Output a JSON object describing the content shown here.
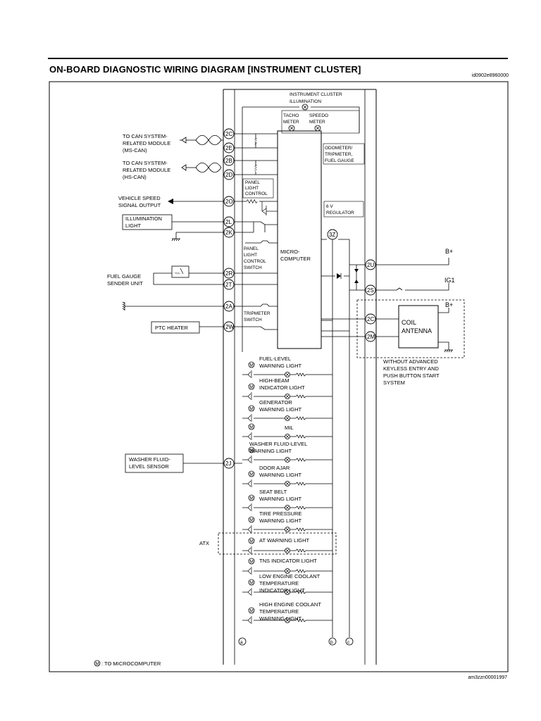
{
  "header": {
    "title": "ON-BOARD DIAGNOSTIC WIRING DIAGRAM [INSTRUMENT CLUSTER]",
    "doc_code": "id0902e8960000"
  },
  "footer": {
    "code": "am3zzn00001997",
    "legend_symbol": "M",
    "legend_text": ": TO MICROCOMPUTER"
  },
  "cluster": {
    "illumination_1": "INSTRUMENT CLUSTER",
    "illumination_2": "ILLUMINATION",
    "tacho_1": "TACHO",
    "tacho_2": "METER",
    "speedo_1": "SPEEDO",
    "speedo_2": "METER",
    "odo_1": "ODOMETER/",
    "odo_2": "TRIPMETER,",
    "odo_3": "FUEL GAUGE",
    "panel_light_1": "PANEL",
    "panel_light_2": "LIGHT",
    "panel_light_3": "CONTROL",
    "regulator_1": "6 V",
    "regulator_2": "REGULATOR",
    "panel_switch_1": "PANEL",
    "panel_switch_2": "LIGHT",
    "panel_switch_3": "CONTROL",
    "panel_switch_4": "SWITCH",
    "micro_1": "MICRO-",
    "micro_2": "COMPUTER",
    "trip_switch_1": "TRIPMETER",
    "trip_switch_2": "SWITCH"
  },
  "external": {
    "ms_can_1": "TO CAN SYSTEM-",
    "ms_can_2": "RELATED MODULE",
    "ms_can_3": "(MS-CAN)",
    "hs_can_1": "TO CAN SYSTEM-",
    "hs_can_2": "RELATED MODULE",
    "hs_can_3": "(HS-CAN)",
    "vss_1": "VEHICLE SPEED",
    "vss_2": "SIGNAL OUTPUT",
    "illum_1": "ILLUMINATION",
    "illum_2": "LIGHT",
    "fuel_1": "FUEL GAUGE",
    "fuel_2": "SENDER UNIT",
    "ptc": "PTC HEATER",
    "washer_1": "WASHER FLUID-",
    "washer_2": "LEVEL SENSOR",
    "bplus_1": "B+",
    "ig1": "IG1",
    "bplus_2": "B+",
    "coil_1": "COIL",
    "coil_2": "ANTENNA",
    "keyless_1": "WITHOUT ADVANCED",
    "keyless_2": "KEYLESS ENTRY AND",
    "keyless_3": "PUSH BUTTON START",
    "keyless_4": "SYSTEM",
    "atx": "ATX"
  },
  "pins": {
    "p2C_top": "2C",
    "p2E": "2E",
    "p2B": "2B",
    "p2D": "2D",
    "p2O": "2O",
    "p2L": "2L",
    "p2K": "2K",
    "p2R": "2R",
    "p2T": "2T",
    "p2A": "2A",
    "p2W": "2W",
    "p2J": "2J",
    "p2U": "2U",
    "p2S": "2S",
    "p2C_coil": "2C",
    "p2M": "2M",
    "p3Z": "3Z",
    "nodeA": "a",
    "nodeB": "b",
    "nodeC": "c"
  },
  "lights": [
    {
      "line1": "FUEL-LEVEL",
      "line2": "WARNING LIGHT"
    },
    {
      "line1": "HIGH-BEAM",
      "line2": "INDICATOR LIGHT"
    },
    {
      "line1": "GENERATOR",
      "line2": "WARNING LIGHT"
    },
    {
      "line1": "MIL",
      "line2": ""
    },
    {
      "line1": "WASHER FLUID-LEVEL",
      "line2": "WARNING LIGHT"
    },
    {
      "line1": "DOOR AJAR",
      "line2": "WARNING LIGHT"
    },
    {
      "line1": "SEAT BELT",
      "line2": "WARNING LIGHT"
    },
    {
      "line1": "TIRE PRESSURE",
      "line2": "WARNING LIGHT"
    },
    {
      "line1": "AT WARNING LIGHT",
      "line2": ""
    },
    {
      "line1": "TNS INDICATOR LIGHT",
      "line2": ""
    },
    {
      "line1": "LOW ENGINE COOLANT",
      "line2": "TEMPERATURE",
      "line3": "INDICATOR LIGHT"
    },
    {
      "line1": "HIGH ENGINE COOLANT",
      "line2": "TEMPERATURE",
      "line3": "WARNING LIGHT"
    }
  ]
}
